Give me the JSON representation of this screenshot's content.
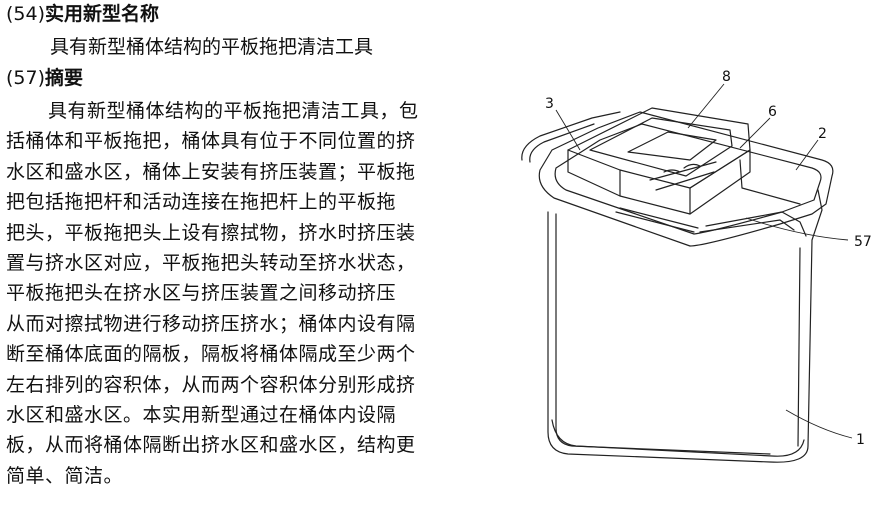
{
  "section54": {
    "num": "(54)",
    "label": "实用新型名称"
  },
  "utility_name": "具有新型桶体结构的平板拖把清洁工具",
  "section57": {
    "num": "(57)",
    "label": "摘要"
  },
  "abstract_lines": [
    "具有新型桶体结构的平板拖把清洁工具，包",
    "括桶体和平板拖把，桶体具有位于不同位置的挤",
    "水区和盛水区，桶体上安装有挤压装置；平板拖",
    "把包括拖把杆和活动连接在拖把杆上的平板拖",
    "把头，平板拖把头上设有擦拭物，挤水时挤压装",
    "置与挤水区对应，平板拖把头转动至挤水状态，",
    "平板拖把头在挤水区与挤压装置之间移动挤压",
    "从而对擦拭物进行移动挤压挤水；桶体内设有隔",
    "断至桶体底面的隔板，隔板将桶体隔成至少两个",
    "左右排列的容积体，从而两个容积体分别形成挤",
    "水区和盛水区。本实用新型通过在桶体内设隔",
    "板，从而将桶体隔断出挤水区和盛水区，结构更",
    "简单、简洁。"
  ],
  "figure": {
    "labels": {
      "l8": "8",
      "l3": "3",
      "l6": "6",
      "l2": "2",
      "l57": "57",
      "l1": "1"
    }
  }
}
